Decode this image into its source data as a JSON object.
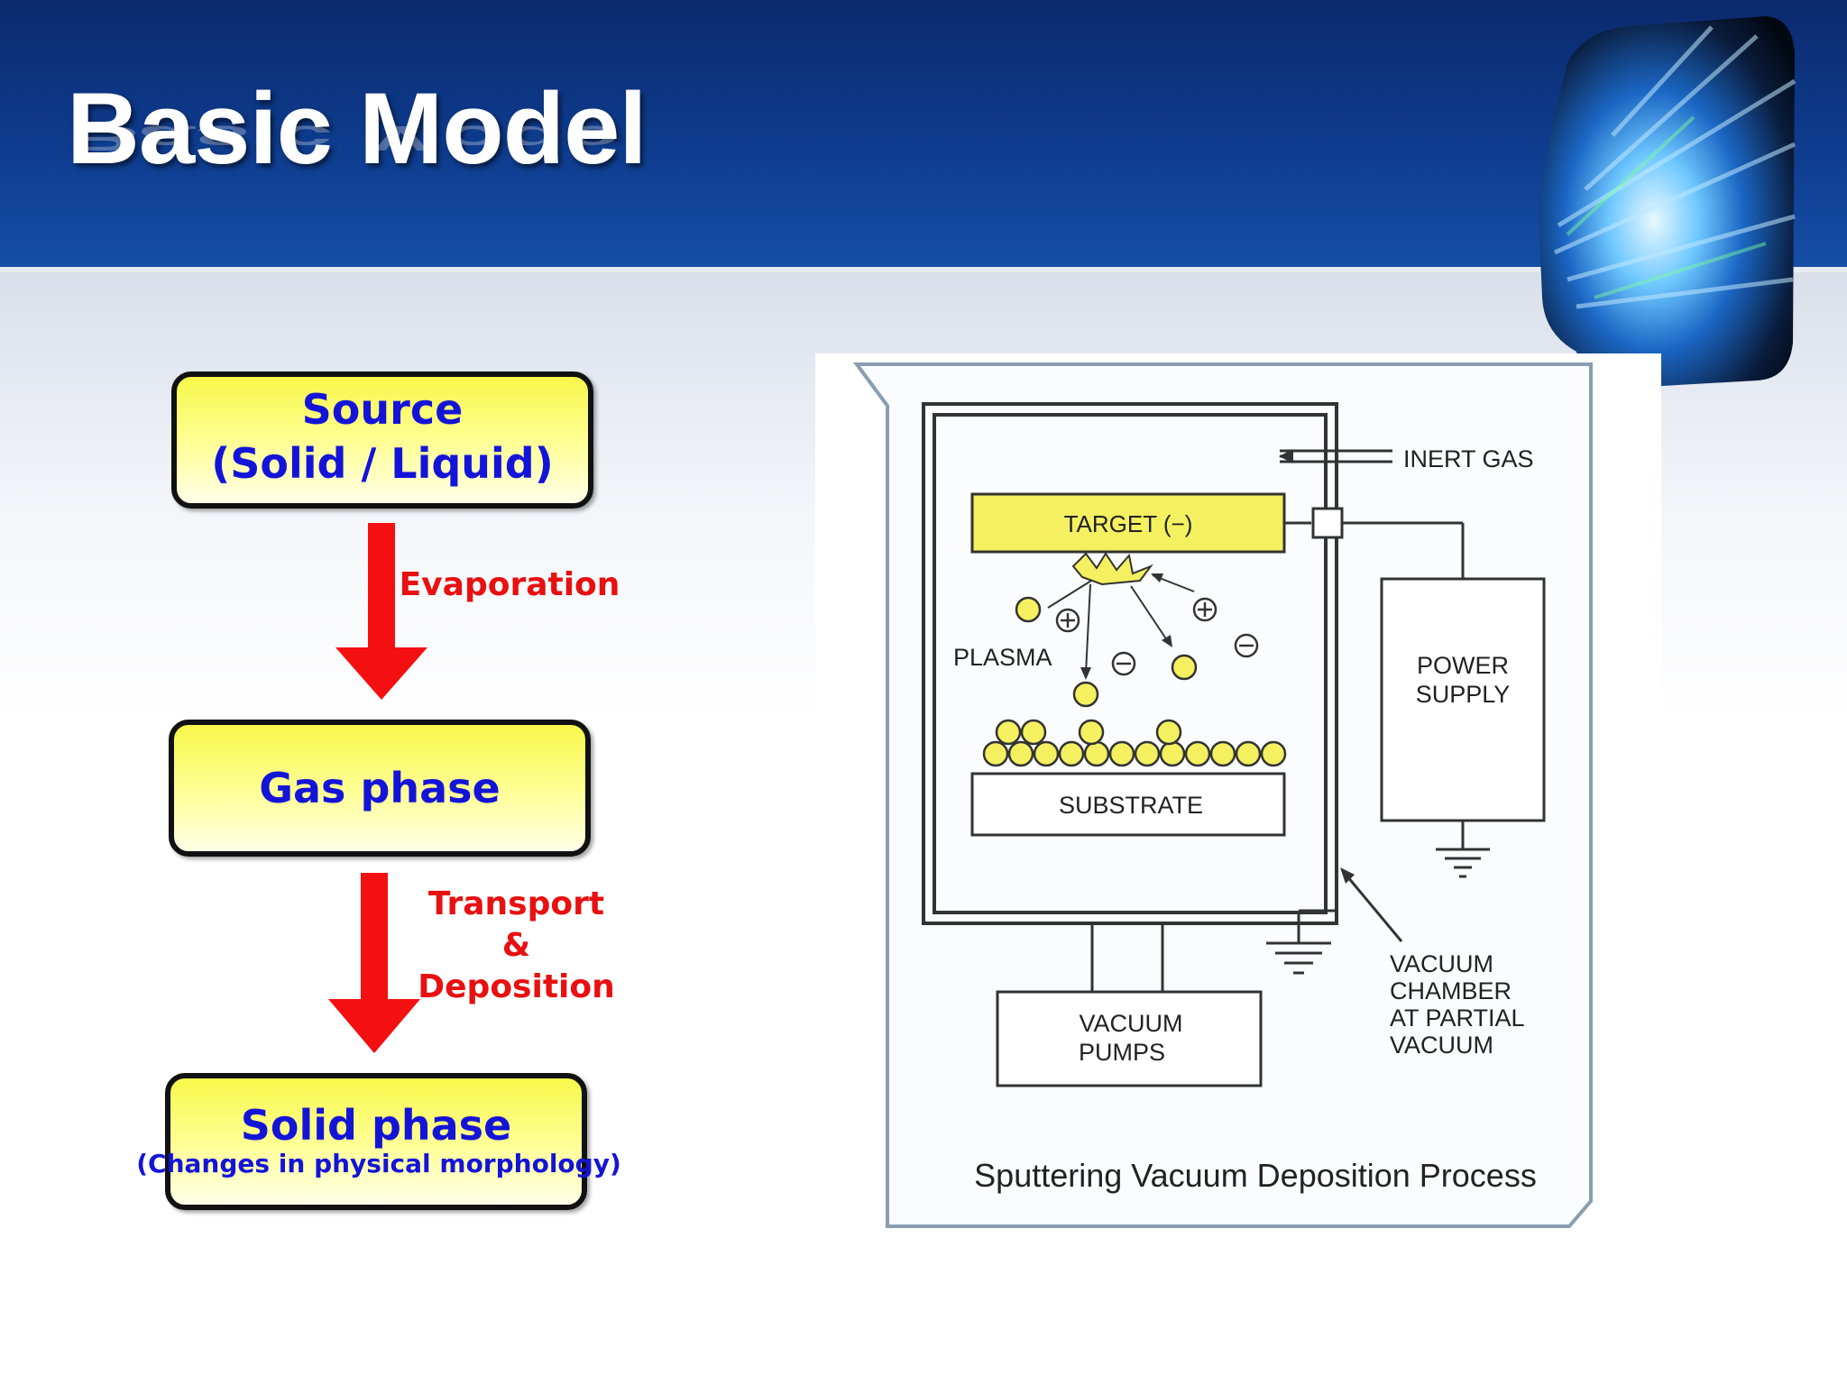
{
  "slide": {
    "title": "Basic Model"
  },
  "flow": {
    "source_line1": "Source",
    "source_line2": "(Solid / Liquid)",
    "step1": "Evaporation",
    "gas": "Gas phase",
    "step2_line1": "Transport",
    "step2_line2": "&",
    "step2_line3": "Deposition",
    "solid": "Solid phase",
    "solid_sub": "(Changes in physical morphology)"
  },
  "apparatus": {
    "inert_gas": "INERT GAS",
    "target": "TARGET (−)",
    "plasma": "PLASMA",
    "substrate": "SUBSTRATE",
    "power_line1": "POWER",
    "power_line2": "SUPPLY",
    "pumps_line1": "VACUUM",
    "pumps_line2": "PUMPS",
    "chamber_line1": "VACUUM",
    "chamber_line2": "CHAMBER",
    "chamber_line3": "AT PARTIAL",
    "chamber_line4": "VACUUM",
    "caption": "Sputtering Vacuum Deposition Process"
  },
  "colors": {
    "header_blue": "#0e3c8e",
    "box_yellow": "#ffff66",
    "label_blue": "#1414d8",
    "label_red": "#e81010",
    "target_yellow": "#f4f060"
  }
}
